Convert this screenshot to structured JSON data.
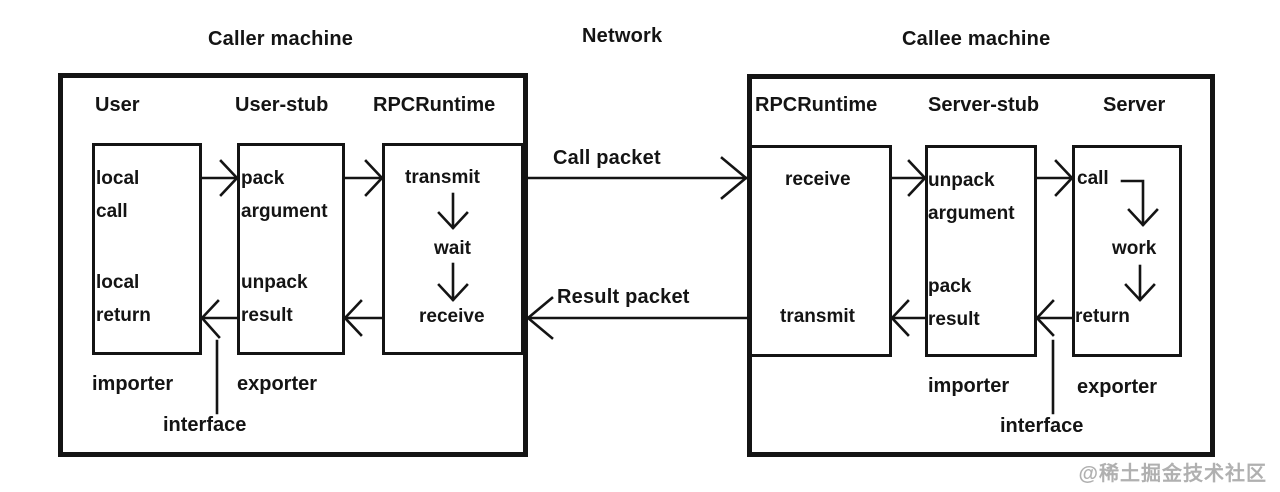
{
  "colors": {
    "ink": "#141414",
    "paper": "#ffffff",
    "watermark_gray": "#b0b0b0"
  },
  "titles": {
    "caller_machine": "Caller machine",
    "network": "Network",
    "callee_machine": "Callee machine"
  },
  "caller": {
    "columns": [
      {
        "label": "User"
      },
      {
        "label": "User-stub"
      },
      {
        "label": "RPCRuntime"
      }
    ],
    "user_box": {
      "l1": "local",
      "l2": "call",
      "l3": "local",
      "l4": "return"
    },
    "user_stub_box": {
      "l1": "pack",
      "l2": "argument",
      "l3": "unpack",
      "l4": "result"
    },
    "rpcruntime_box": {
      "step1": "transmit",
      "step2": "wait",
      "step3": "receive"
    },
    "importer": "importer",
    "exporter": "exporter",
    "interface": "interface"
  },
  "network": {
    "call_packet": "Call packet",
    "result_packet": "Result packet"
  },
  "callee": {
    "columns": [
      {
        "label": "RPCRuntime"
      },
      {
        "label": "Server-stub"
      },
      {
        "label": "Server"
      }
    ],
    "rpcruntime_box": {
      "step1": "receive",
      "step2": "transmit"
    },
    "server_stub_box": {
      "l1": "unpack",
      "l2": "argument",
      "l3": "pack",
      "l4": "result"
    },
    "server_box": {
      "step1": "call",
      "step2": "work",
      "step3": "return"
    },
    "importer": "importer",
    "exporter": "exporter",
    "interface": "interface"
  },
  "watermark": "@稀土掘金技术社区"
}
